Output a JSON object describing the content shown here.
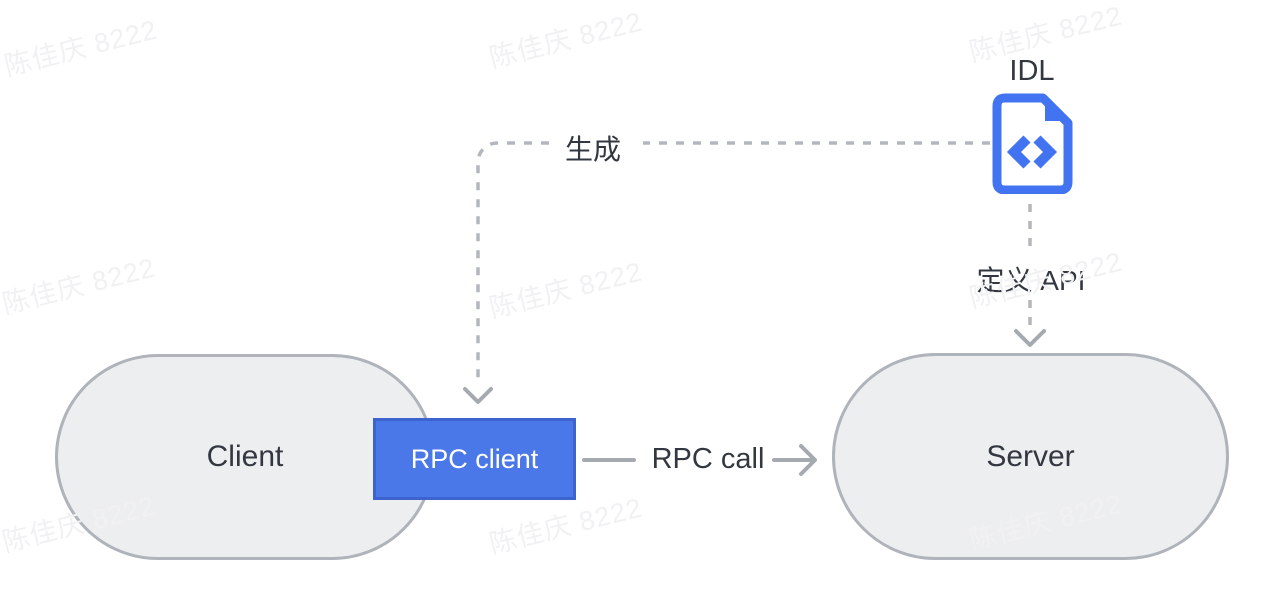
{
  "watermark": {
    "text": "陈佳庆 8222"
  },
  "nodes": {
    "client": {
      "label": "Client"
    },
    "rpc_client": {
      "label": "RPC client"
    },
    "server": {
      "label": "Server"
    },
    "idl": {
      "label": "IDL",
      "icon": "code-file-icon"
    }
  },
  "edges": {
    "generate": {
      "label": "生成",
      "style": "dashed",
      "from": "idl",
      "to": "rpc_client"
    },
    "define_api": {
      "label": "定义 API",
      "style": "dashed",
      "from": "idl",
      "to": "server"
    },
    "rpc_call": {
      "label": "RPC call",
      "style": "solid",
      "from": "rpc_client",
      "to": "server"
    }
  },
  "colors": {
    "accent_blue": "#4273F0",
    "box_blue": "#4A78E8",
    "box_blue_border": "#3D64CE",
    "shape_fill": "#EDEEF0",
    "shape_border": "#AFB3BA",
    "line_gray": "#A5AAB1",
    "dash_gray": "#B3B7BD",
    "text_dark": "#333840",
    "watermark_gray": "#F1F1F3",
    "bg": "#FFFFFF"
  }
}
